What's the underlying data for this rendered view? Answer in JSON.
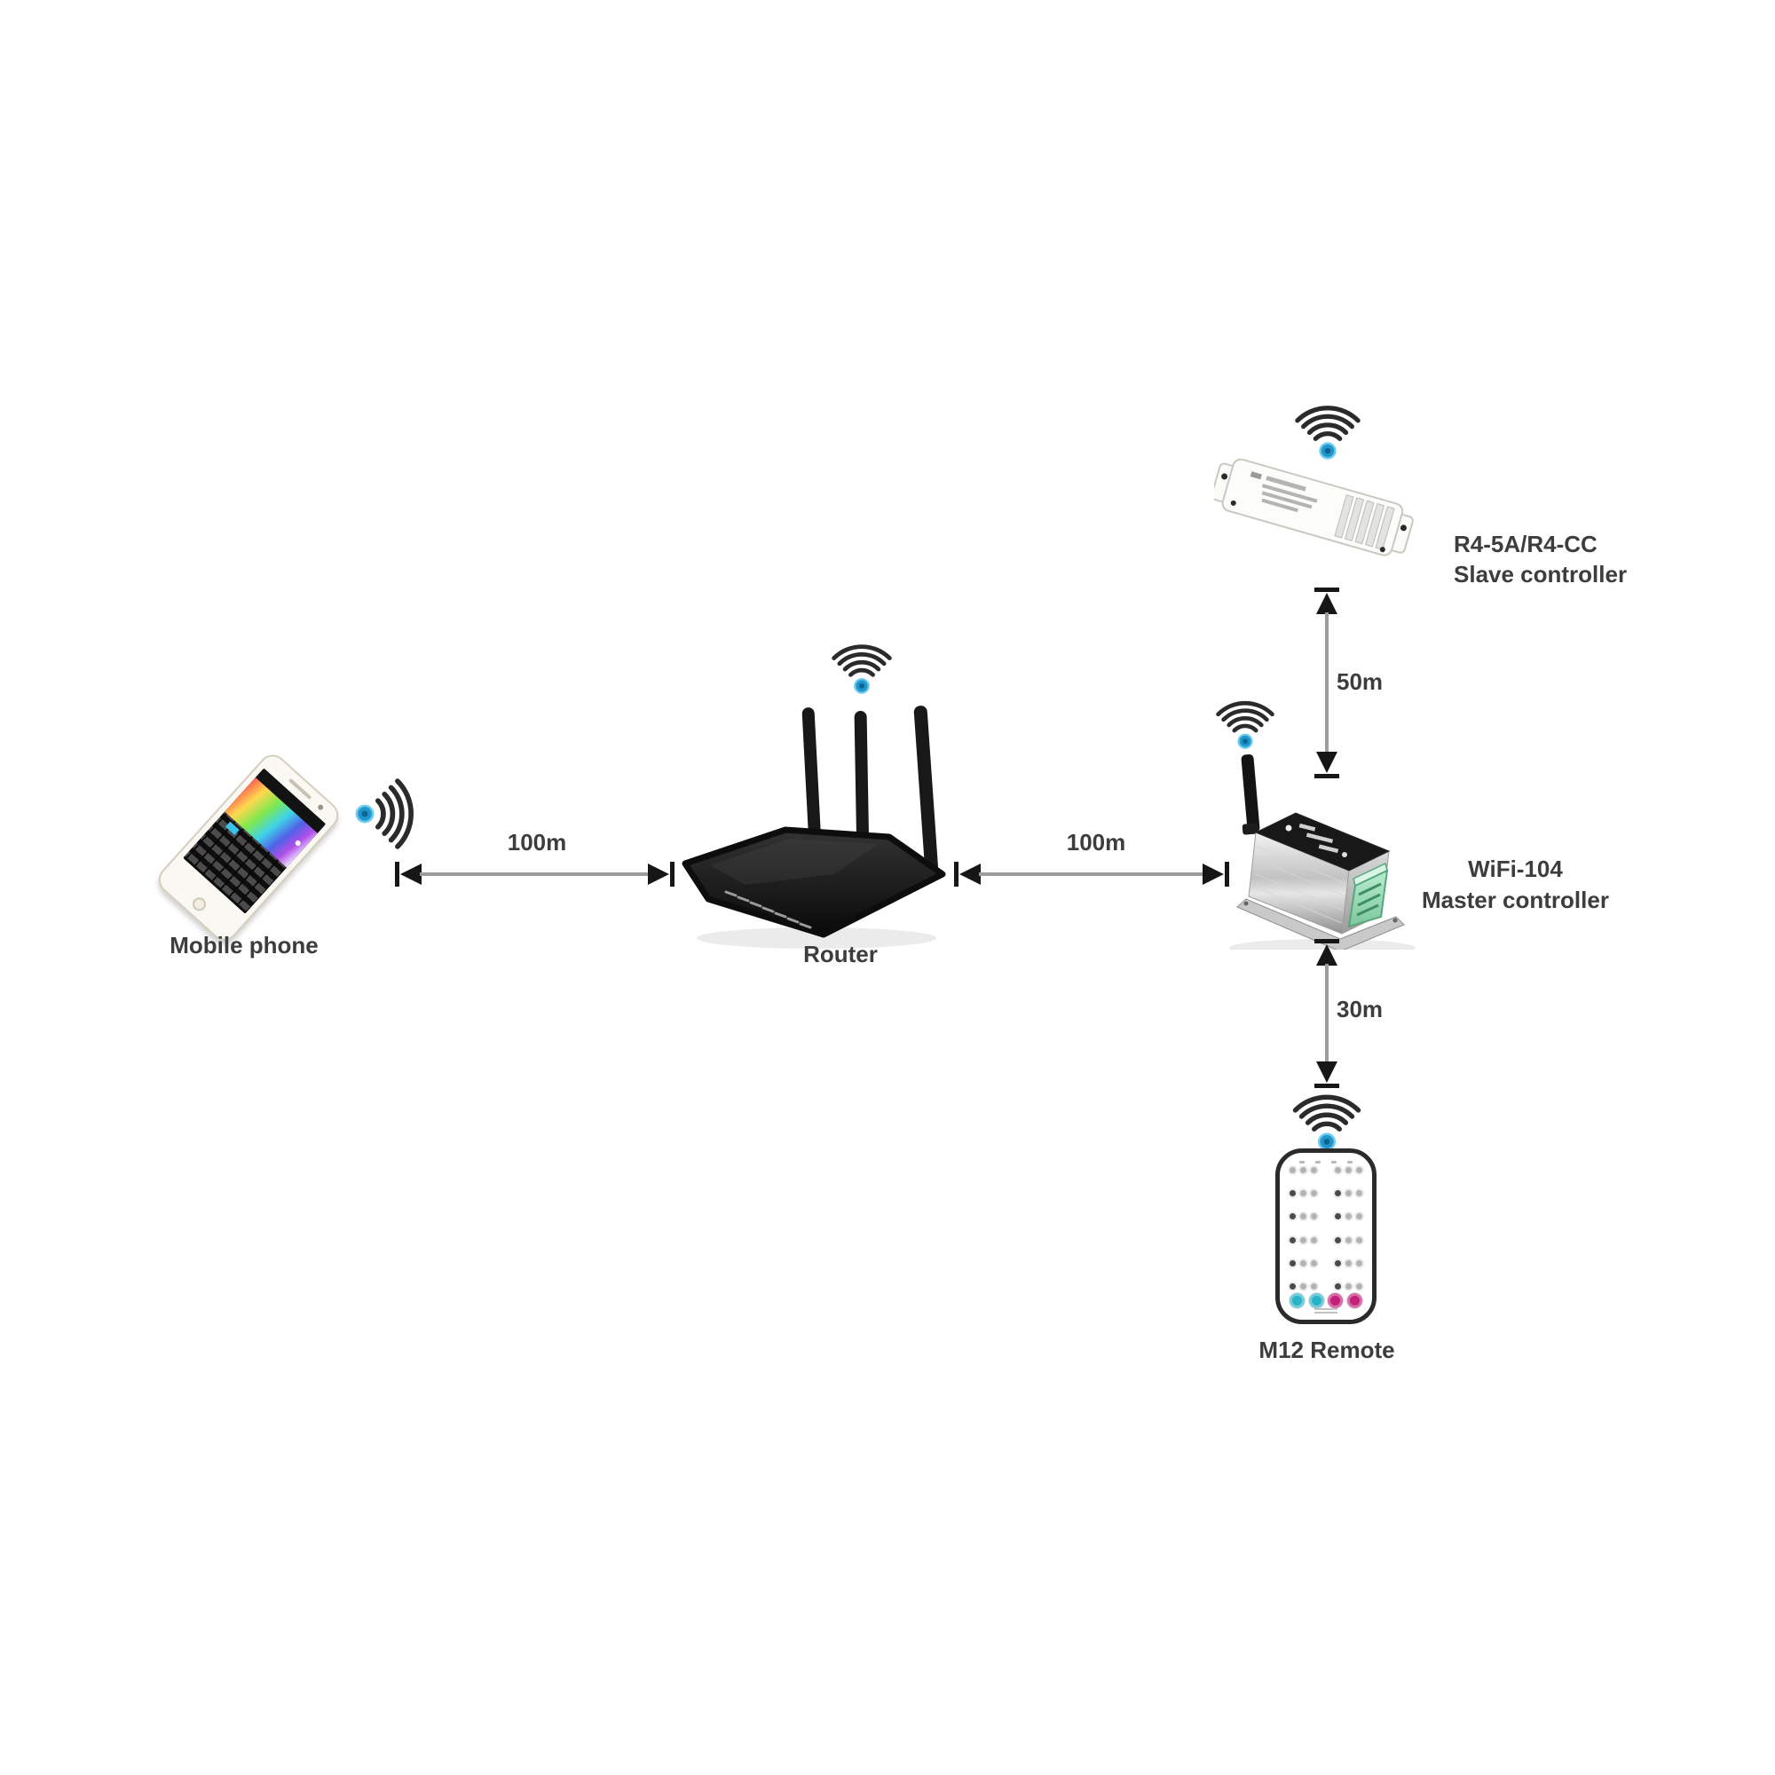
{
  "diagram": {
    "devices": {
      "mobile_phone": {
        "label": "Mobile phone"
      },
      "router": {
        "label": "Router"
      },
      "master_controller": {
        "name": "WiFi-104",
        "role": "Master controller"
      },
      "slave_controller": {
        "name": "R4-5A/R4-CC",
        "role": "Slave controller"
      },
      "remote": {
        "label": "M12 Remote"
      }
    },
    "links": [
      {
        "from": "mobile_phone",
        "to": "router",
        "distance": "100m"
      },
      {
        "from": "router",
        "to": "master_controller",
        "distance": "100m"
      },
      {
        "from": "slave_controller",
        "to": "master_controller",
        "distance": "50m"
      },
      {
        "from": "master_controller",
        "to": "remote",
        "distance": "30m"
      }
    ]
  },
  "icons": {
    "wifi": "wifi-signal-icon"
  },
  "colors": {
    "wifi_dot_light": "#6fcdef",
    "wifi_dot_base": "#2196cd",
    "wifi_dot_dark": "#0d648f",
    "wifi_arc": "#2b2b2b",
    "arrow_line": "#9c9c9c",
    "arrow_head": "#161616",
    "label_text": "#3d3d3d",
    "remote_teal": "#2ab3c6",
    "remote_magenta": "#c42079",
    "terminal_green": "#8fd7ac"
  },
  "remote": {
    "color_buttons": [
      "#2ab3c6",
      "#2ab3c6",
      "#c42079",
      "#c42079"
    ]
  }
}
